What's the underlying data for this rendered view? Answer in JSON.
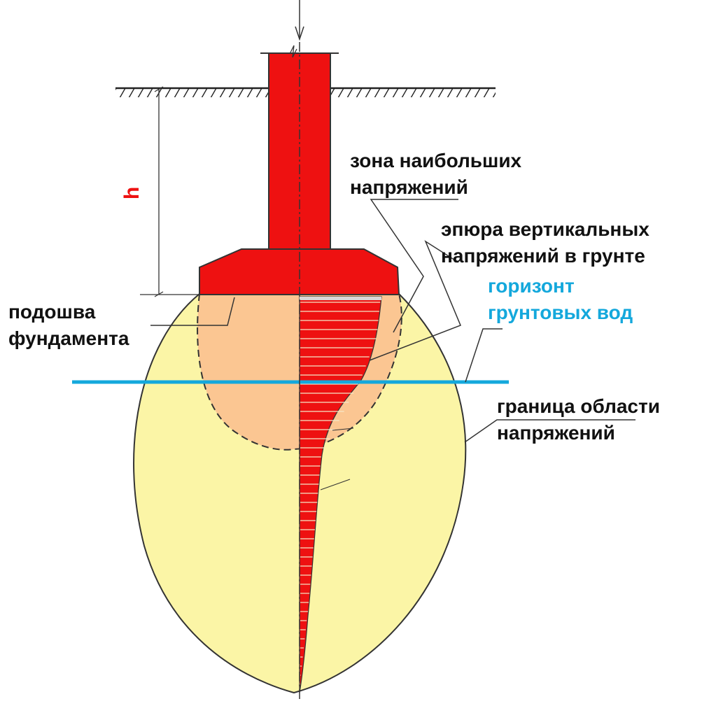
{
  "labels": {
    "h": "h",
    "stress_zone_line1": "зона наибольших",
    "stress_zone_line2": "напряжений",
    "diagram_line1": "эпюра вертикальных",
    "diagram_line2": "напряжений в грунте",
    "groundwater_line1": "горизонт",
    "groundwater_line2": "грунтовых вод",
    "footing_line1": "подошва",
    "footing_line2": "фундамента",
    "boundary_line1": "граница области",
    "boundary_line2": "напряжений"
  },
  "colors": {
    "foundation": "#ee1111",
    "bulb_outer": "#fbf5a6",
    "bulb_inner": "#fbc692",
    "groundwater": "#14a8dc",
    "text_dark": "#111111",
    "text_h": "#ee1111",
    "text_groundwater": "#14a8dc"
  }
}
